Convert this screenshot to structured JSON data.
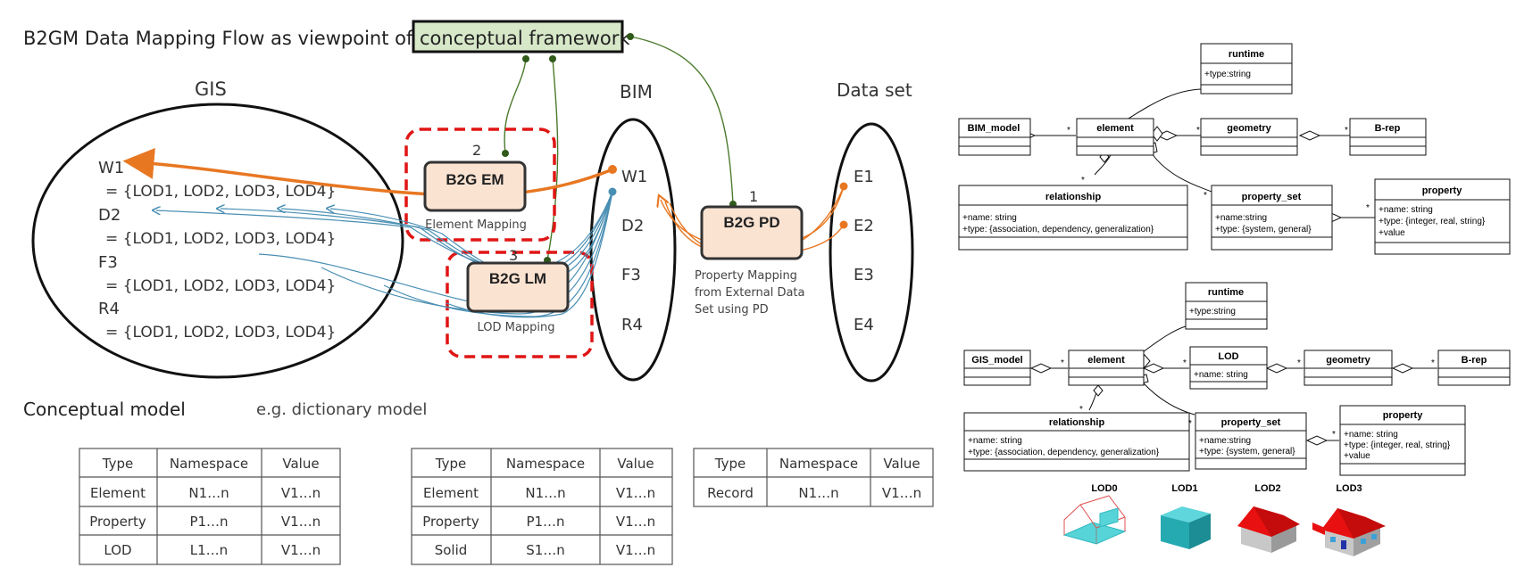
{
  "title": {
    "prefix": "B2GM Data Mapping  Flow as viewpoint of",
    "highlight": "conceptual  framework"
  },
  "gis": {
    "label": "GIS",
    "entries": [
      {
        "name": "W1",
        "lods": "= {LOD1, LOD2, LOD3, LOD4}"
      },
      {
        "name": "D2",
        "lods": "= {LOD1, LOD2, LOD3, LOD4}"
      },
      {
        "name": "F3",
        "lods": "= {LOD1, LOD2, LOD3, LOD4}"
      },
      {
        "name": "R4",
        "lods": "= {LOD1, LOD2, LOD3, LOD4}"
      }
    ]
  },
  "bim": {
    "label": "BIM",
    "items": [
      "W1",
      "D2",
      "F3",
      "R4"
    ]
  },
  "dataset": {
    "label": "Data set",
    "items": [
      "E1",
      "E2",
      "E3",
      "E4"
    ]
  },
  "mappers": {
    "em": {
      "number": "2",
      "label": "B2G EM",
      "caption": "Element Mapping"
    },
    "lm": {
      "number": "3",
      "label": "B2G LM",
      "caption": "LOD Mapping"
    },
    "pd": {
      "number": "1",
      "label": "B2G PD",
      "caption_lines": [
        "Property Mapping",
        "from External Data",
        "Set using PD"
      ]
    }
  },
  "conceptual": {
    "heading": "Conceptual model",
    "example": "e.g. dictionary model"
  },
  "tables": [
    {
      "headers": [
        "Type",
        "Namespace",
        "Value"
      ],
      "rows": [
        [
          "Element",
          "N1…n",
          "V1…n"
        ],
        [
          "Property",
          "P1…n",
          "V1…n"
        ],
        [
          "LOD",
          "L1…n",
          "V1…n"
        ]
      ]
    },
    {
      "headers": [
        "Type",
        "Namespace",
        "Value"
      ],
      "rows": [
        [
          "Element",
          "N1…n",
          "V1…n"
        ],
        [
          "Property",
          "P1…n",
          "V1…n"
        ],
        [
          "Solid",
          "S1…n",
          "V1…n"
        ]
      ]
    },
    {
      "headers": [
        "Type",
        "Namespace",
        "Value"
      ],
      "rows": [
        [
          "Record",
          "N1…n",
          "V1…n"
        ]
      ]
    }
  ],
  "uml_bim": {
    "runtime": {
      "name": "runtime",
      "attrs": [
        "+type:string"
      ]
    },
    "model": {
      "name": "BIM_model"
    },
    "element": {
      "name": "element"
    },
    "geometry": {
      "name": "geometry"
    },
    "brep": {
      "name": "B-rep"
    },
    "relationship": {
      "name": "relationship",
      "attrs": [
        "+name: string",
        "+type: {association, dependency, generalization}"
      ]
    },
    "property_set": {
      "name": "property_set",
      "attrs": [
        "+name:string",
        "+type: {system, general}"
      ]
    },
    "property": {
      "name": "property",
      "attrs": [
        "+name: string",
        "+type: {integer, real, string}",
        "+value"
      ]
    }
  },
  "uml_gis": {
    "runtime": {
      "name": "runtime",
      "attrs": [
        "+type:string"
      ]
    },
    "model": {
      "name": "GIS_model"
    },
    "element": {
      "name": "element"
    },
    "lod": {
      "name": "LOD",
      "attrs": [
        "+name: string"
      ]
    },
    "geometry": {
      "name": "geometry"
    },
    "brep": {
      "name": "B-rep"
    },
    "relationship": {
      "name": "relationship",
      "attrs": [
        "+name: string",
        "+type: {association, dependency, generalization}"
      ]
    },
    "property_set": {
      "name": "property_set",
      "attrs": [
        "+name:string",
        "+type: {system, general}"
      ]
    },
    "property": {
      "name": "property",
      "attrs": [
        "+name: string",
        "+type: {integer, real, string}",
        "+value"
      ]
    }
  },
  "multiplicity": "*",
  "lod_levels": [
    "LOD0",
    "LOD1",
    "LOD2",
    "LOD3"
  ],
  "colors": {
    "orange": "#e87722",
    "blue": "#4a8fb3",
    "green": "#4a7a2c",
    "red_dash": "#e01515",
    "box_fill": "#fbe3d2",
    "highlight_fill": "#d7e8c9",
    "roof_red": "#e81010",
    "cyan": "#2fb8c0"
  }
}
